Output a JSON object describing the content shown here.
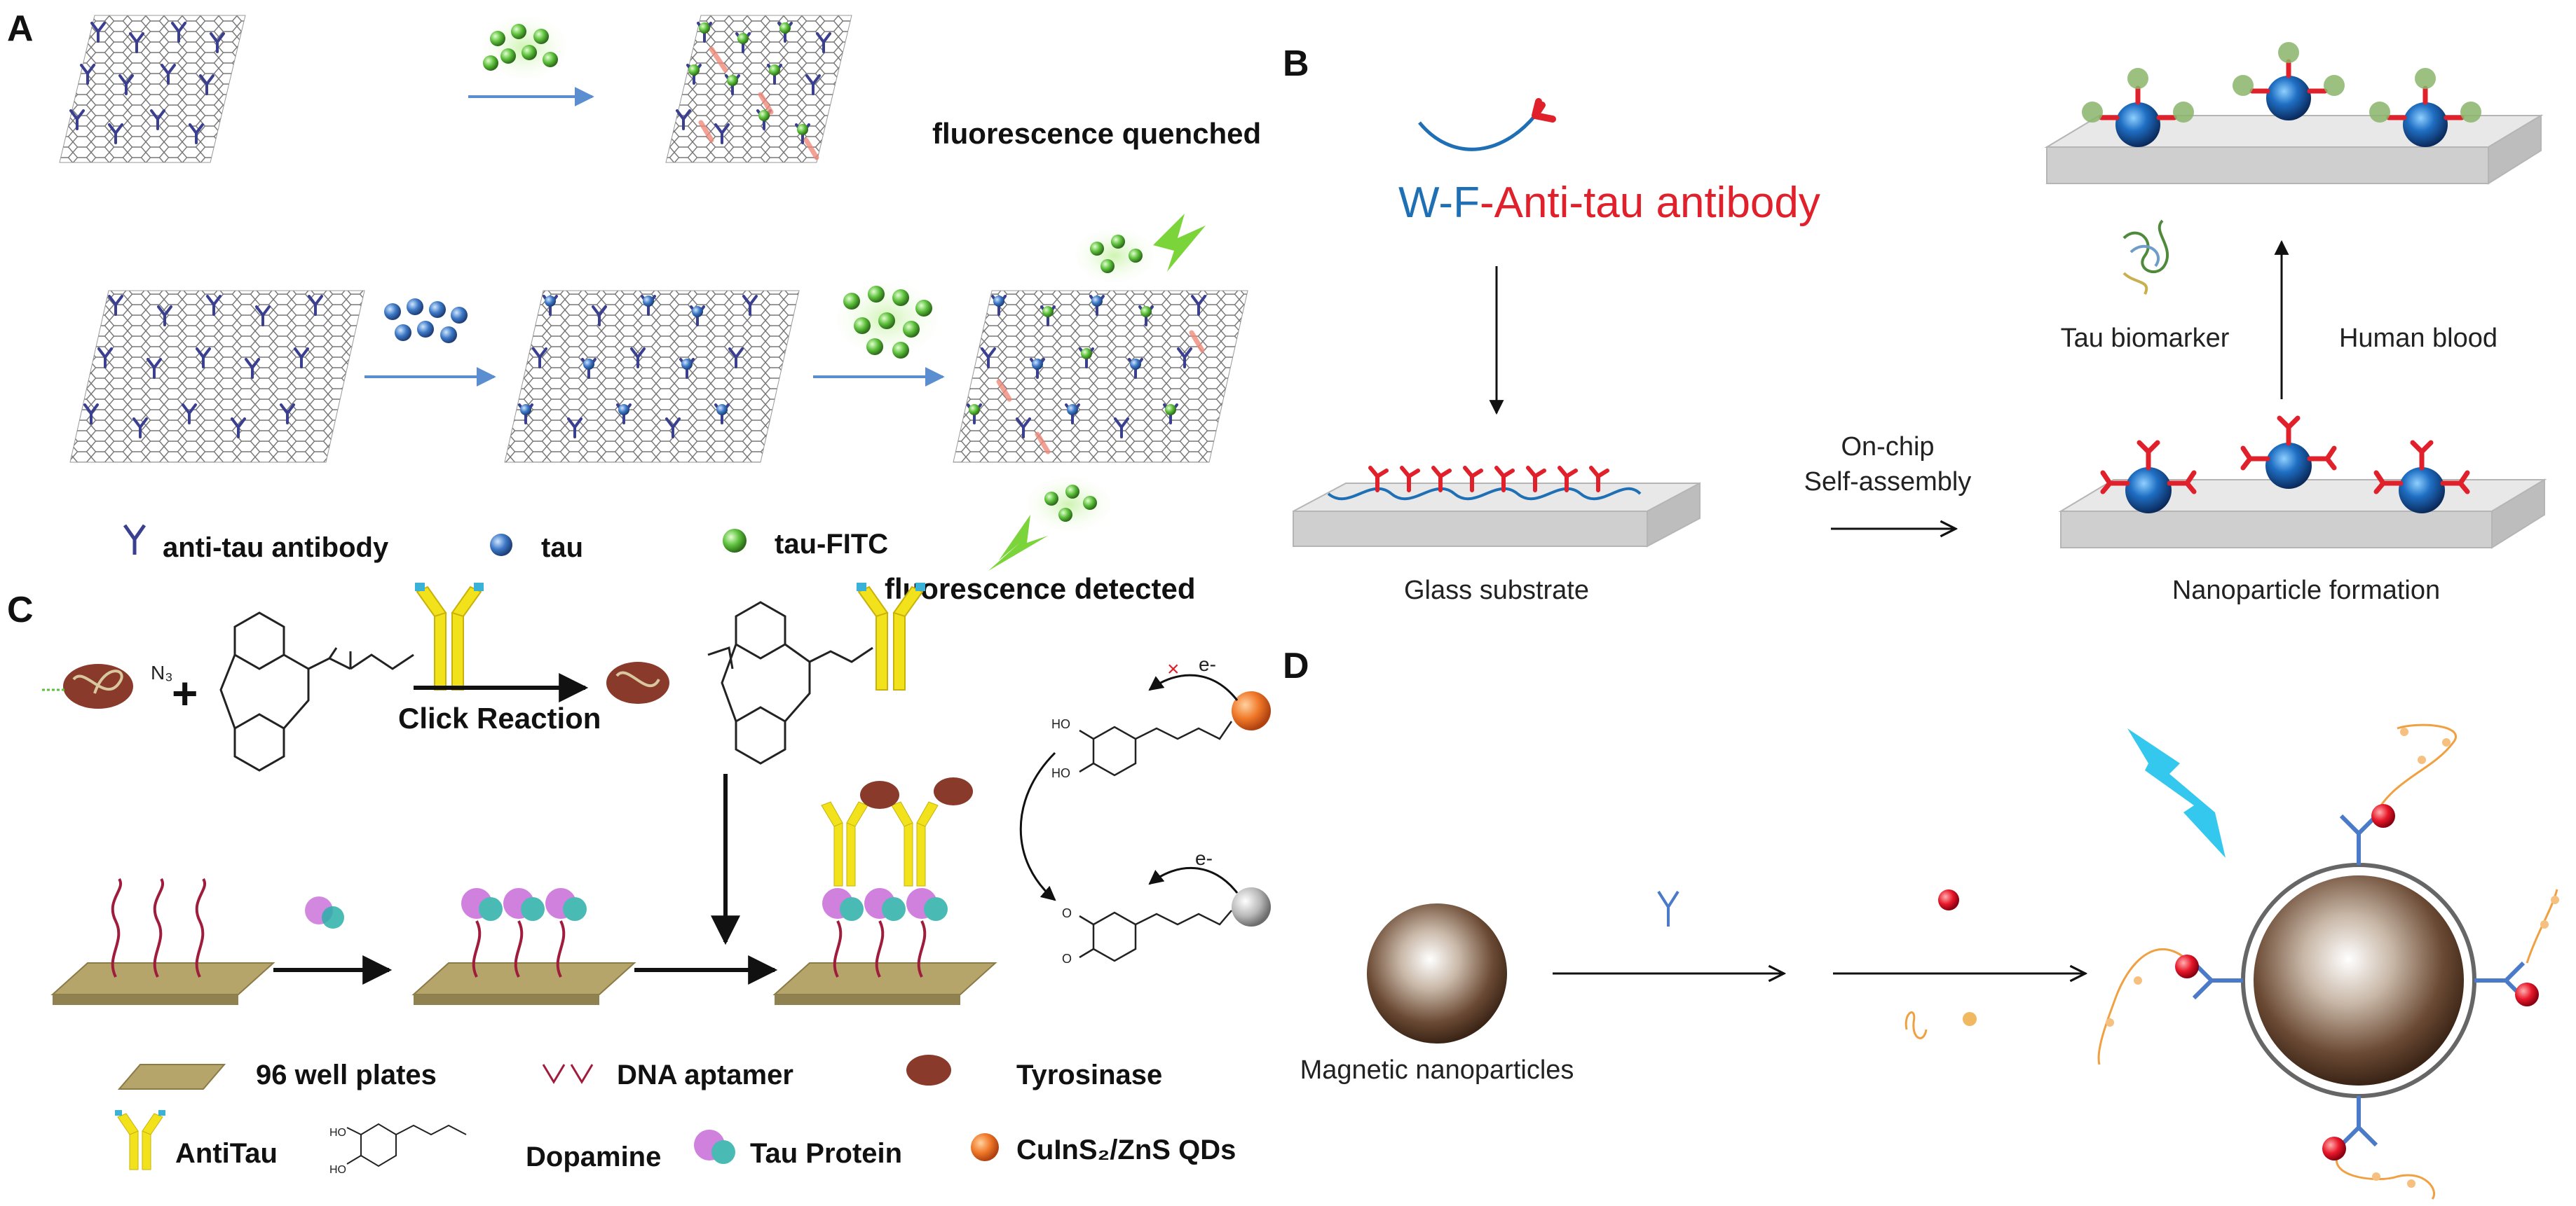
{
  "panels": {
    "A": {
      "label": "A",
      "text_quenched": "fluorescence quenched",
      "text_detected": "fluorescence detected",
      "legend_antibody": "anti-tau antibody",
      "legend_tau": "tau",
      "legend_fitc": "tau-FITC"
    },
    "B": {
      "label": "B",
      "title_w": "W",
      "title_dash1": "-",
      "title_f": "F",
      "title_rest": "-Anti-tau antibody",
      "glass": "Glass substrate",
      "onchip1": "On-chip",
      "onchip2": "Self-assembly",
      "nanoformation": "Nanoparticle formation",
      "tau_biomarker": "Tau biomarker",
      "human_blood": "Human blood"
    },
    "C": {
      "label": "C",
      "click": "Click Reaction",
      "n3": "N₃",
      "plus": "+",
      "e1": "e-",
      "e2": "e-",
      "legend_plates": "96 well plates",
      "legend_aptamer": "DNA aptamer",
      "legend_tyrosinase": "Tyrosinase",
      "legend_antitau": "AntiTau",
      "legend_dopamine": "Dopamine",
      "legend_tauprotein": "Tau Protein",
      "legend_qds": "CuInS₂/ZnS QDs"
    },
    "D": {
      "label": "D",
      "magnetic": "Magnetic nanoparticles"
    }
  },
  "colors": {
    "antibody_navy": "#3a3f8f",
    "tau_blue": "#3d78c6",
    "fitc_green": "#5bbf3a",
    "b_blue": "#1f6fb5",
    "b_red": "#e0202a",
    "qd_orange": "#f07828",
    "antitau_yellow": "#f2e21c",
    "plate": "#b5a56b",
    "aptamer": "#a01c3c",
    "bolt_cyan": "#35c8ee"
  }
}
